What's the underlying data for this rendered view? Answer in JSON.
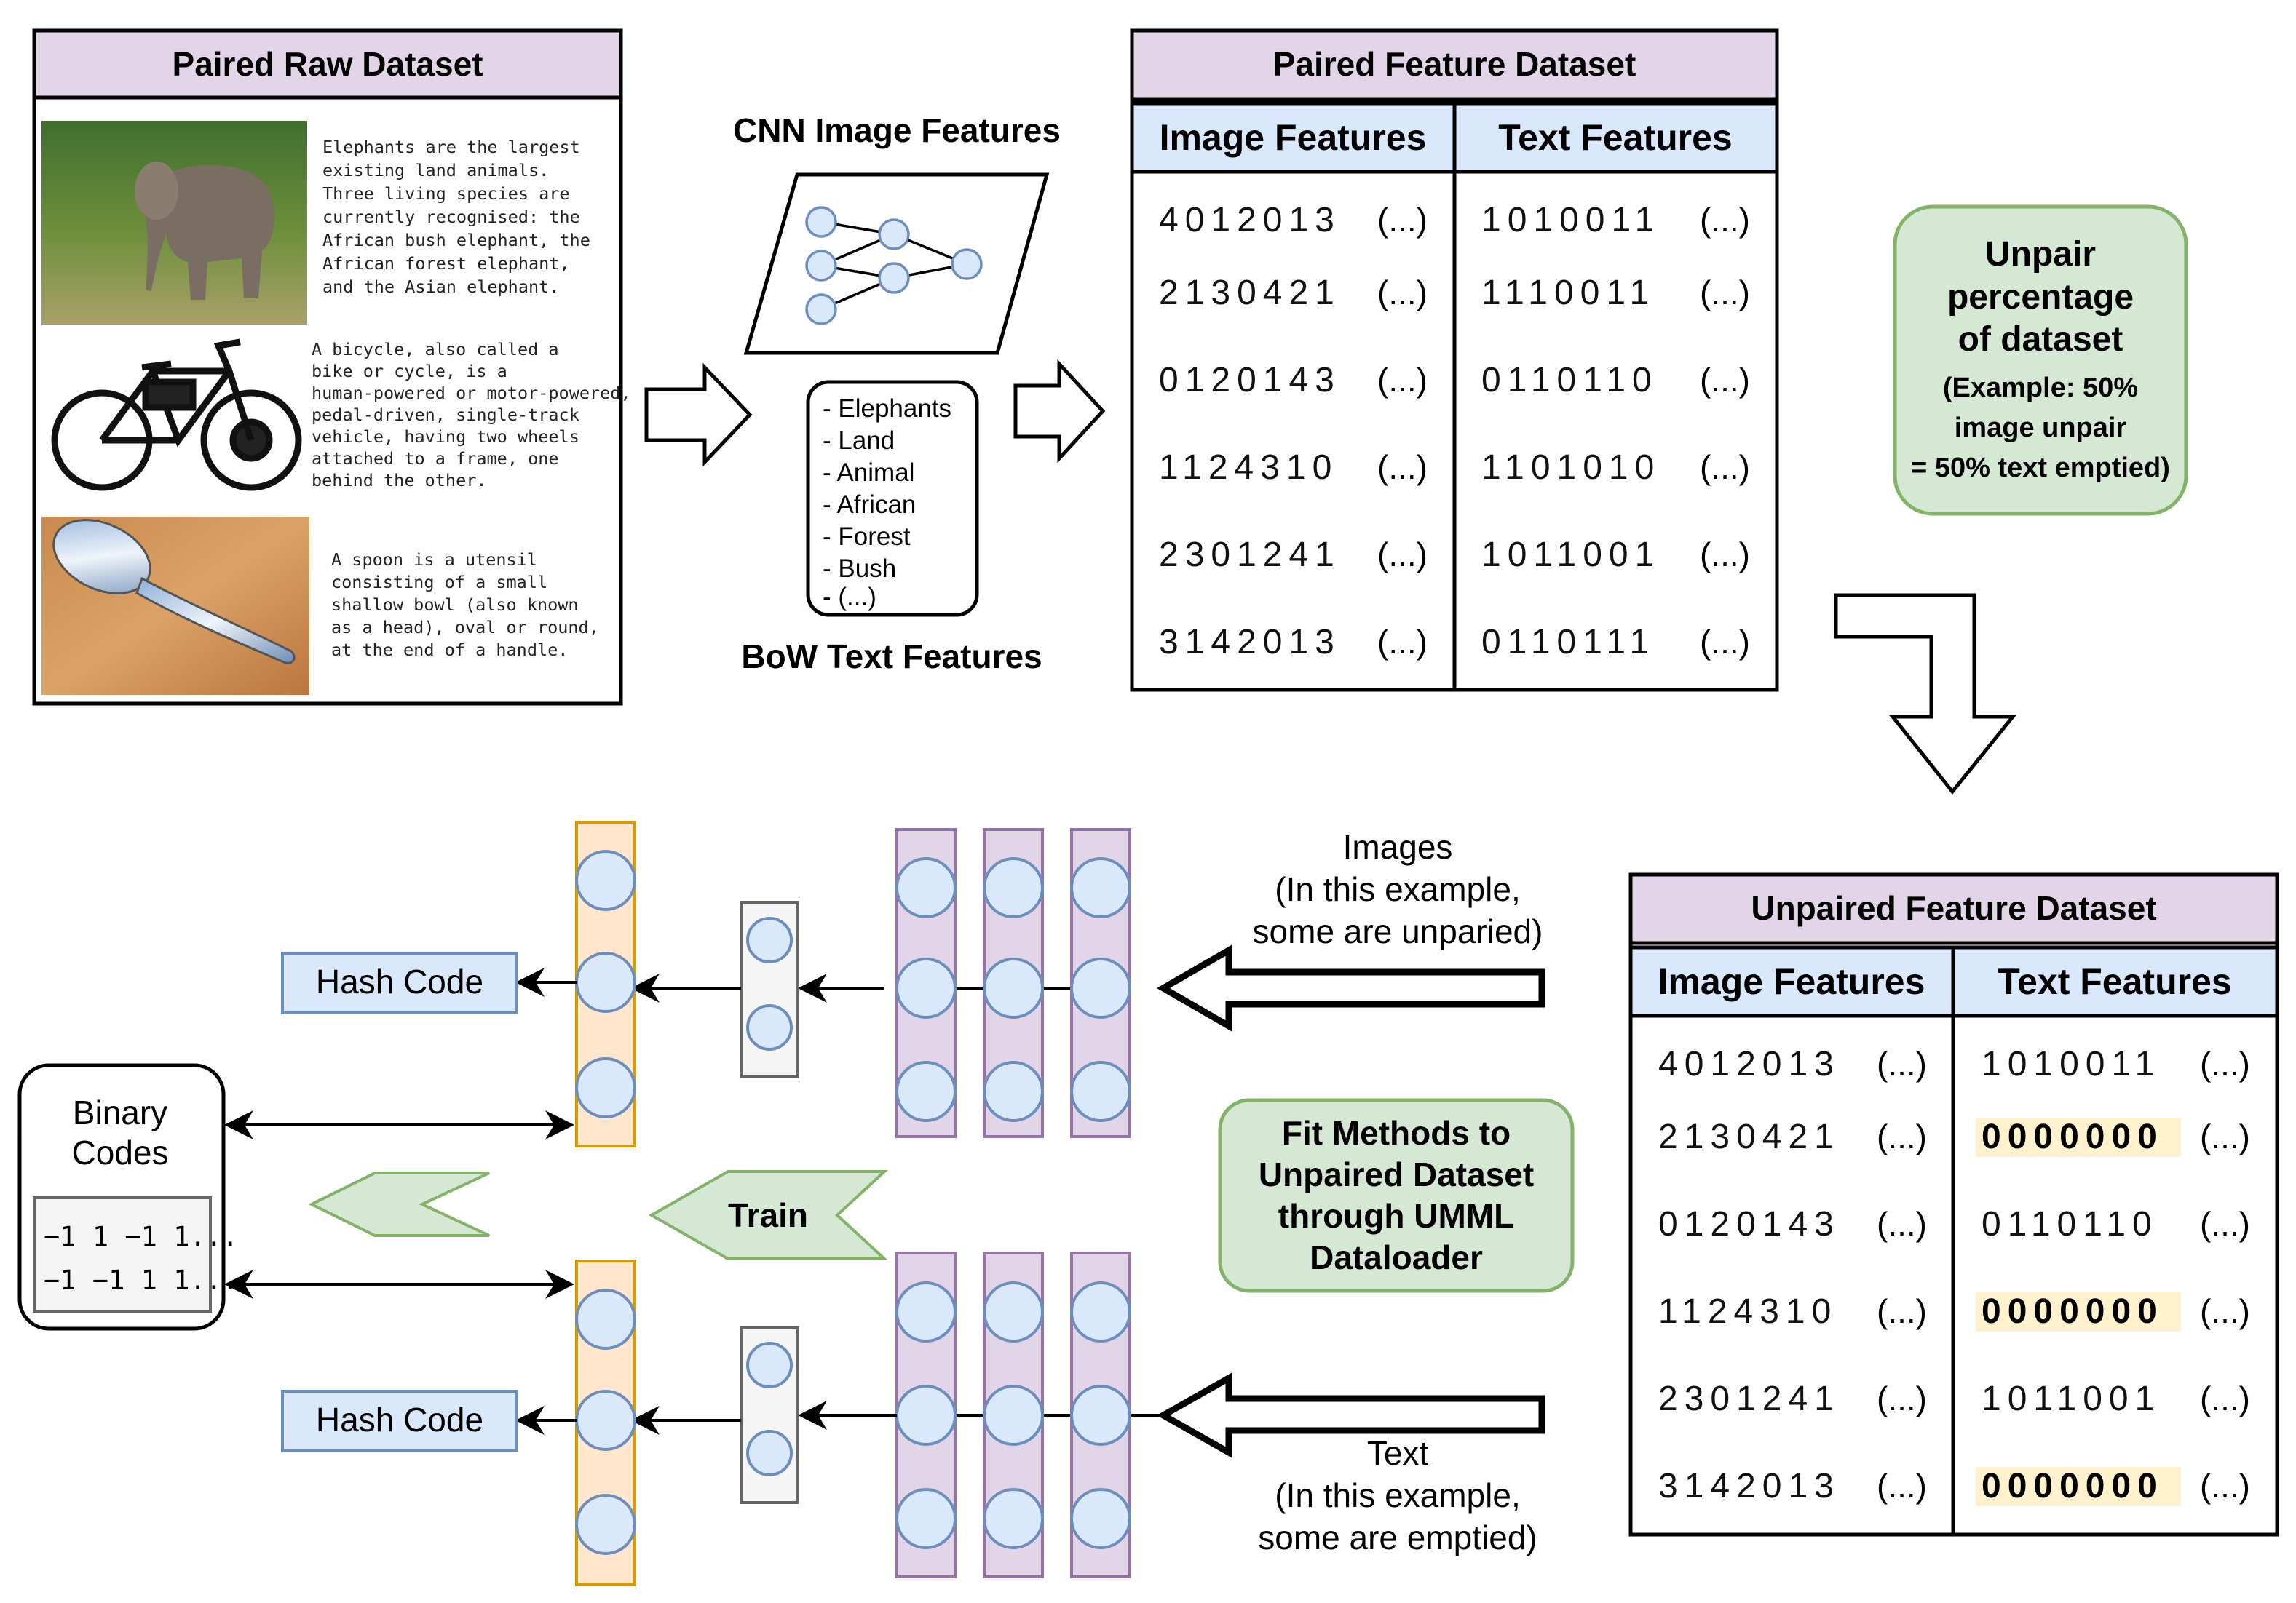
{
  "raw": {
    "title": "Paired Raw Dataset",
    "items": [
      {
        "image": "elephant-photo",
        "lines": [
          "Elephants are the largest",
          "existing land animals.",
          "Three living species are",
          "currently recognised: the",
          "African bush elephant, the",
          "African forest elephant,",
          "and the Asian elephant."
        ]
      },
      {
        "image": "bicycle-photo",
        "lines": [
          "A bicycle, also called a",
          "bike or cycle, is a",
          "human-powered or motor-powered,",
          "pedal-driven, single-track",
          "vehicle, having two wheels",
          "attached to a frame, one",
          "behind the other."
        ]
      },
      {
        "image": "spoon-photo",
        "lines": [
          "A spoon is a utensil",
          "consisting of a small",
          "shallow bowl (also known",
          "as a head), oval or round,",
          "at the end of a handle."
        ]
      }
    ]
  },
  "cnn_label": "CNN Image Features",
  "bow_label": "BoW Text Features",
  "bow_words": [
    "- Elephants",
    "- Land",
    "- Animal",
    "- African",
    "- Forest",
    "- Bush",
    "- (...)"
  ],
  "paired": {
    "title": "Paired Feature Dataset",
    "col_image": "Image Features",
    "col_text": "Text Features",
    "rows": [
      {
        "image": "4012013",
        "text": "1010011",
        "more": "(...)"
      },
      {
        "image": "2130421",
        "text": "1110011",
        "more": "(...)"
      },
      {
        "image": "0120143",
        "text": "0110110",
        "more": "(...)"
      },
      {
        "image": "1124310",
        "text": "1101010",
        "more": "(...)"
      },
      {
        "image": "2301241",
        "text": "1011001",
        "more": "(...)"
      },
      {
        "image": "3142013",
        "text": "0110111",
        "more": "(...)"
      }
    ]
  },
  "unpair_note": {
    "lines": [
      "Unpair",
      "percentage",
      "of dataset"
    ],
    "example": [
      "(Example: 50%",
      "image unpair",
      "= 50% text emptied)"
    ]
  },
  "unpaired": {
    "title": "Unpaired Feature Dataset",
    "col_image": "Image Features",
    "col_text": "Text Features",
    "rows": [
      {
        "image": "4012013",
        "text": "1010011",
        "emptied": false,
        "more": "(...)"
      },
      {
        "image": "2130421",
        "text": "0000000",
        "emptied": true,
        "more": "(...)"
      },
      {
        "image": "0120143",
        "text": "0110110",
        "emptied": false,
        "more": "(...)"
      },
      {
        "image": "1124310",
        "text": "0000000",
        "emptied": true,
        "more": "(...)"
      },
      {
        "image": "2301241",
        "text": "1011001",
        "emptied": false,
        "more": "(...)"
      },
      {
        "image": "3142013",
        "text": "0000000",
        "emptied": true,
        "more": "(...)"
      }
    ]
  },
  "images_caption": [
    "Images",
    "(In this example,",
    "some are unparied)"
  ],
  "text_caption": [
    "Text",
    "(In this example,",
    "some are emptied)"
  ],
  "fit_note": [
    "Fit Methods to",
    "Unpaired Dataset",
    "through UMML",
    "Dataloader"
  ],
  "train_label": "Train",
  "hash_code_label": "Hash Code",
  "binary": {
    "title": [
      "Binary",
      "Codes"
    ],
    "codes": [
      "−1 1 −1 1...",
      "−1 −1 1 1..."
    ]
  },
  "colors": {
    "header_purple": "#e1d5e7",
    "header_blue": "#dae8fc",
    "green_fill": "#d5e8d4",
    "green_stroke": "#82b366",
    "orange_fill": "#ffe6cc",
    "orange_stroke": "#d79b00",
    "node_fill": "#dae8fc",
    "node_stroke": "#6c8ebf",
    "purple_stroke": "#9673a6",
    "highlight": "#fff2cc"
  }
}
